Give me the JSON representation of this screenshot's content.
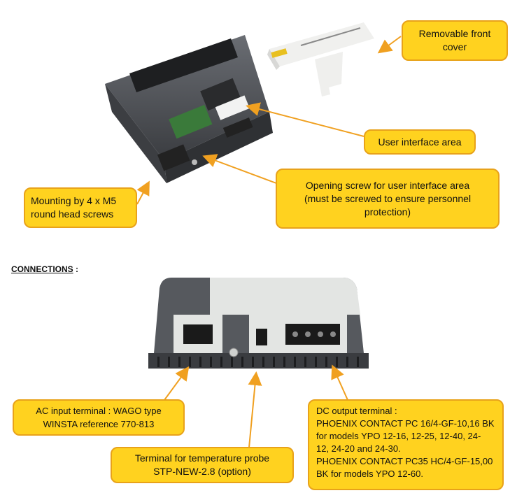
{
  "callouts": {
    "front_cover": "Removable front\ncover",
    "ui_area": "User interface area",
    "screw": "Opening screw for user interface area\n(must be screwed to ensure personnel\nprotection)",
    "mounting": "Mounting by 4 x M5\nround head screws",
    "ac_input": "AC input terminal : WAGO type\nWINSTA reference 770-813",
    "temp_probe": "Terminal for temperature probe\nSTP-NEW-2.8 (option)",
    "dc_output": "DC output terminal :\nPHOENIX CONTACT PC 16/4-GF-10,16 BK\nfor models YPO 12-16, 12-25, 12-40, 24-\n12, 24-20 and 24-30.\nPHOENIX CONTACT PC35 HC/4-GF-15,00\nBK for models YPO 12-60."
  },
  "section_heading": "CONNECTIONS",
  "section_heading_suffix": " :",
  "colors": {
    "callout_fill": "#ffd21f",
    "callout_border": "#e8a21a",
    "arrow": "#f0a020",
    "housing": "#4a4d52",
    "cover": "#e6e8e6"
  }
}
